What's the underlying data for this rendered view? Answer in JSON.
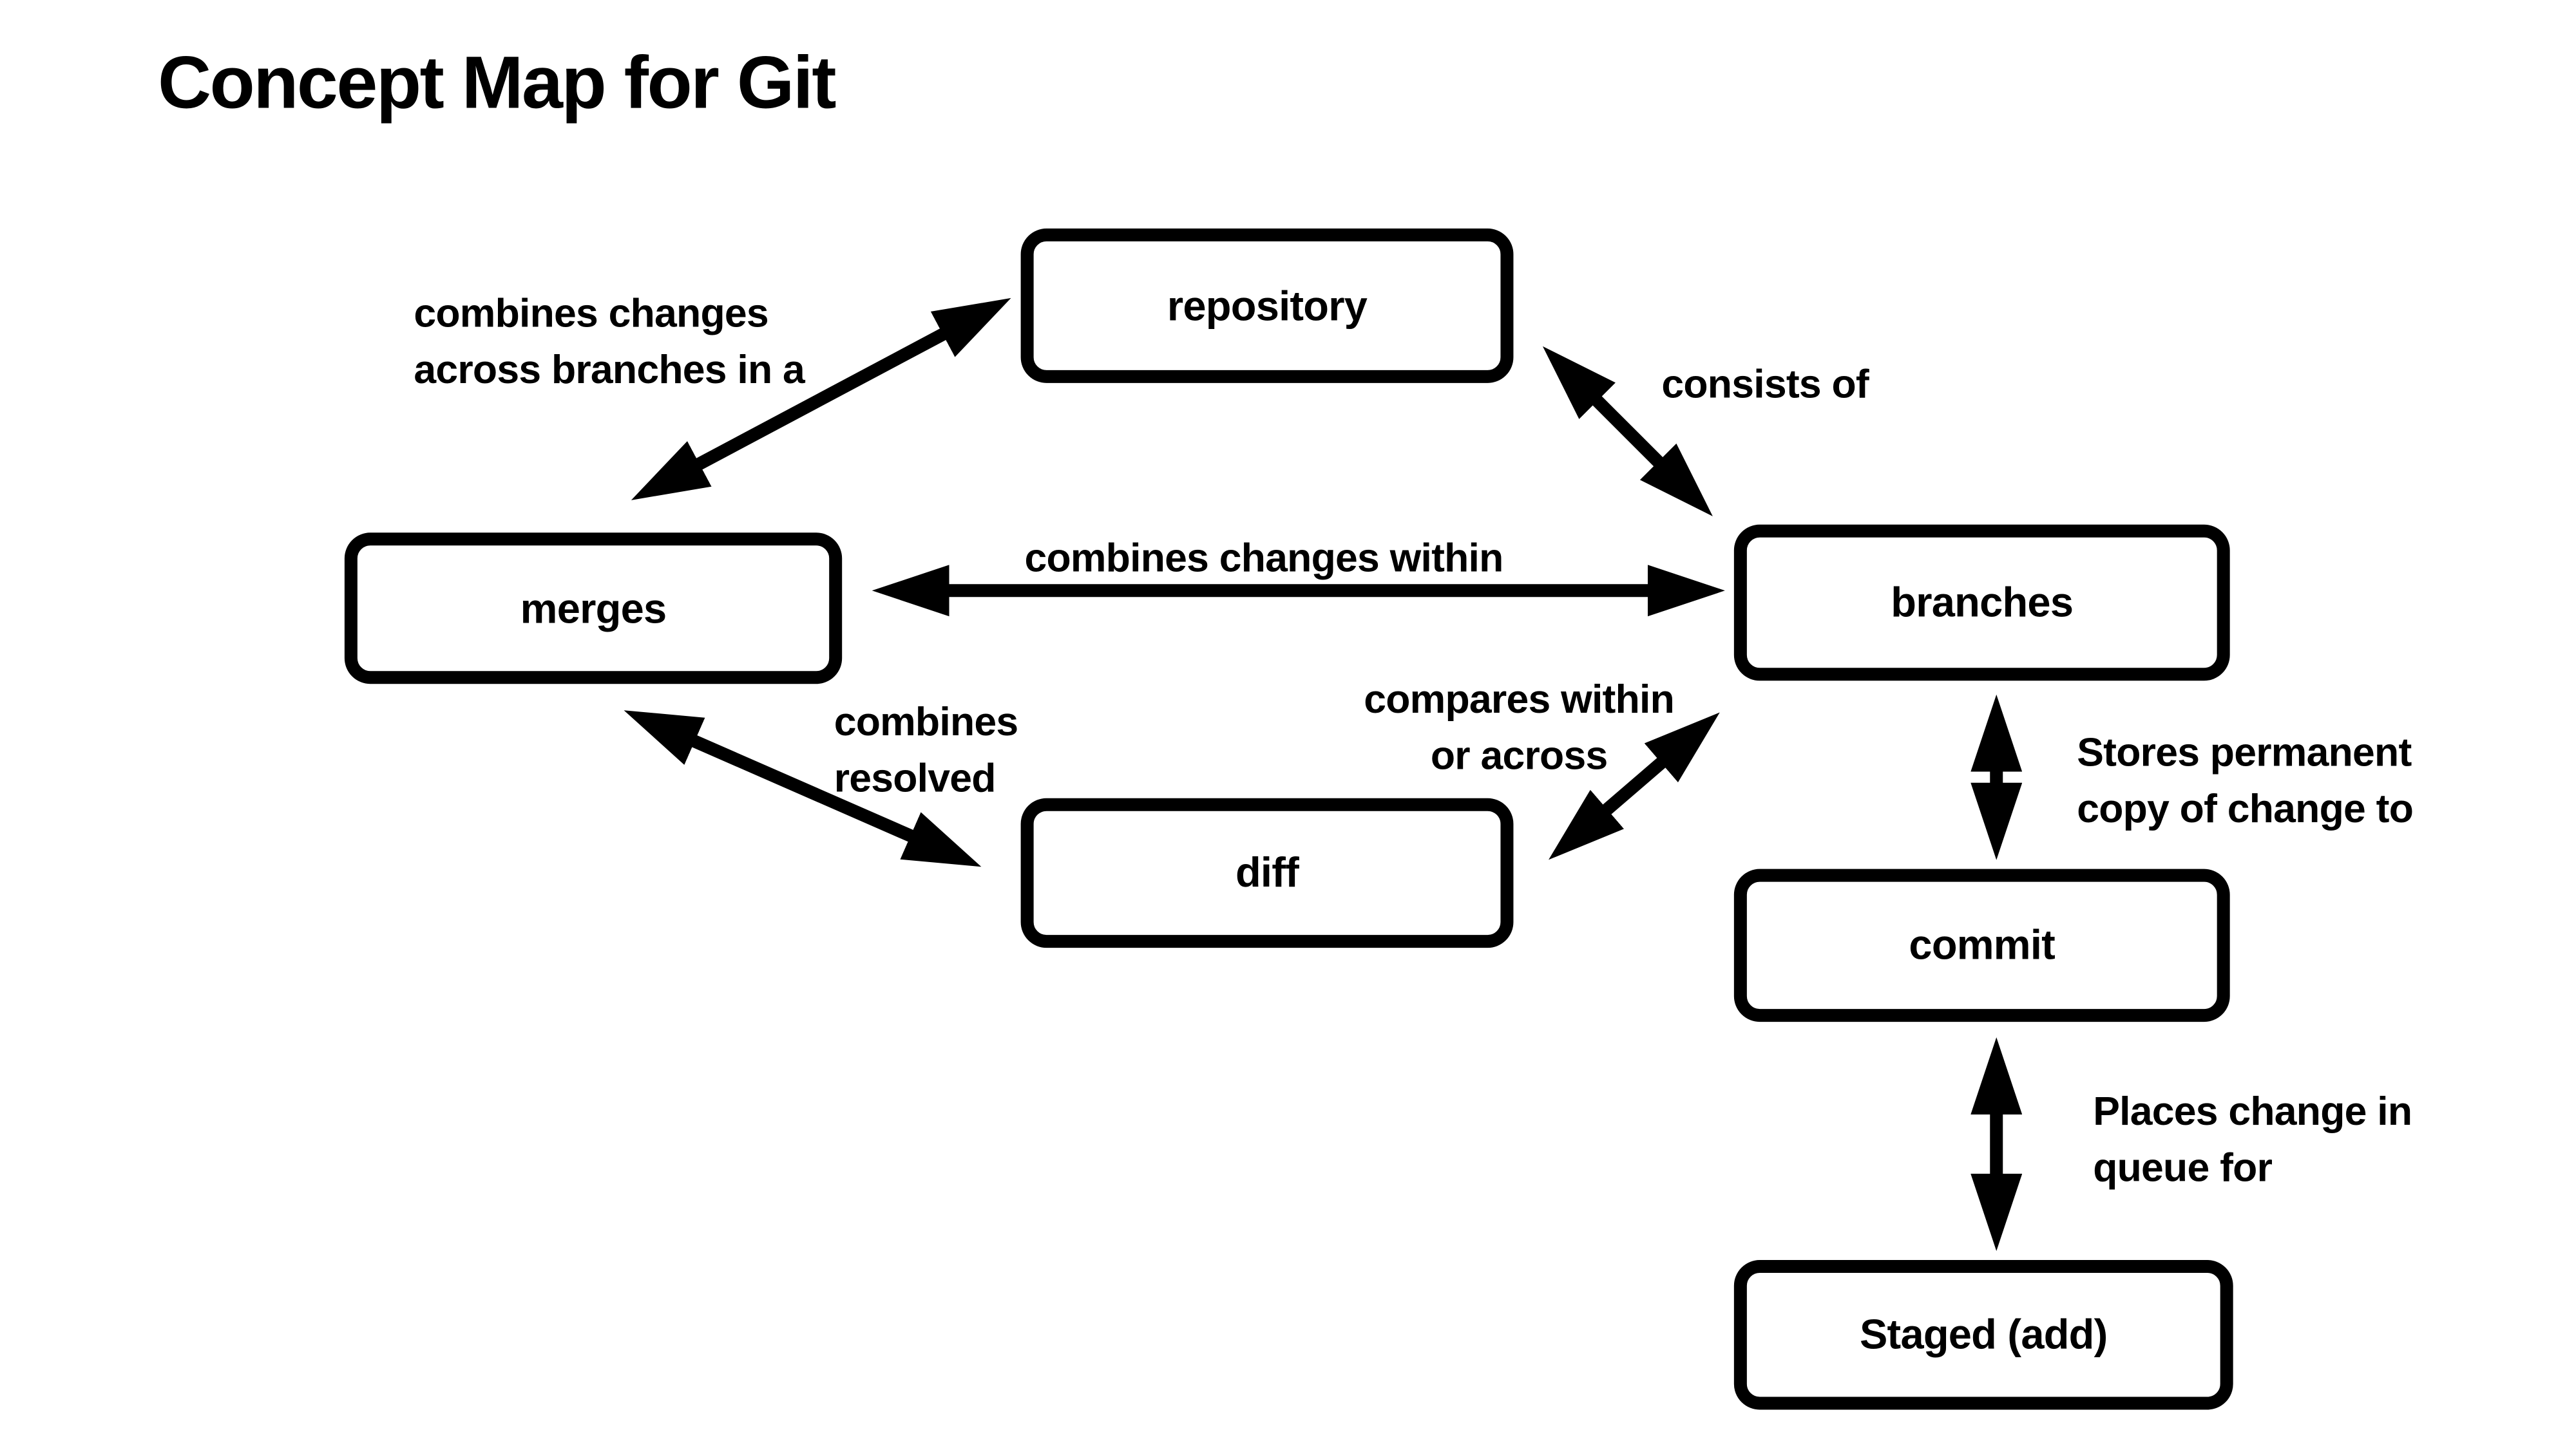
{
  "title": "Concept Map for Git",
  "colors": {
    "ink": "#000000",
    "background": "#ffffff"
  },
  "nodes": [
    {
      "id": "repository",
      "label": "repository"
    },
    {
      "id": "merges",
      "label": "merges"
    },
    {
      "id": "branches",
      "label": "branches"
    },
    {
      "id": "diff",
      "label": "diff"
    },
    {
      "id": "commit",
      "label": "commit"
    },
    {
      "id": "staged",
      "label": "Staged (add)"
    }
  ],
  "edges": [
    {
      "id": "merges-repository",
      "from": "merges",
      "to": "repository",
      "style": "bidirectional-arrow",
      "label_lines": [
        "combines changes",
        "across branches in a"
      ]
    },
    {
      "id": "repository-branches",
      "from": "repository",
      "to": "branches",
      "style": "bidirectional-arrow",
      "label_lines": [
        "consists of"
      ]
    },
    {
      "id": "merges-branches",
      "from": "merges",
      "to": "branches",
      "style": "bidirectional-arrow",
      "label_lines": [
        "combines changes within"
      ]
    },
    {
      "id": "merges-diff",
      "from": "merges",
      "to": "diff",
      "style": "bidirectional-arrow",
      "label_lines": [
        "combines",
        "resolved"
      ]
    },
    {
      "id": "diff-branches",
      "from": "diff",
      "to": "branches",
      "style": "bidirectional-arrow",
      "label_lines": [
        "compares within",
        "or across"
      ]
    },
    {
      "id": "branches-commit",
      "from": "branches",
      "to": "commit",
      "style": "bidirectional-arrow",
      "label_lines": [
        "Stores permanent",
        "copy of change to"
      ]
    },
    {
      "id": "commit-staged",
      "from": "commit",
      "to": "staged",
      "style": "bidirectional-arrow",
      "label_lines": [
        "Places change in",
        "queue for"
      ]
    }
  ]
}
